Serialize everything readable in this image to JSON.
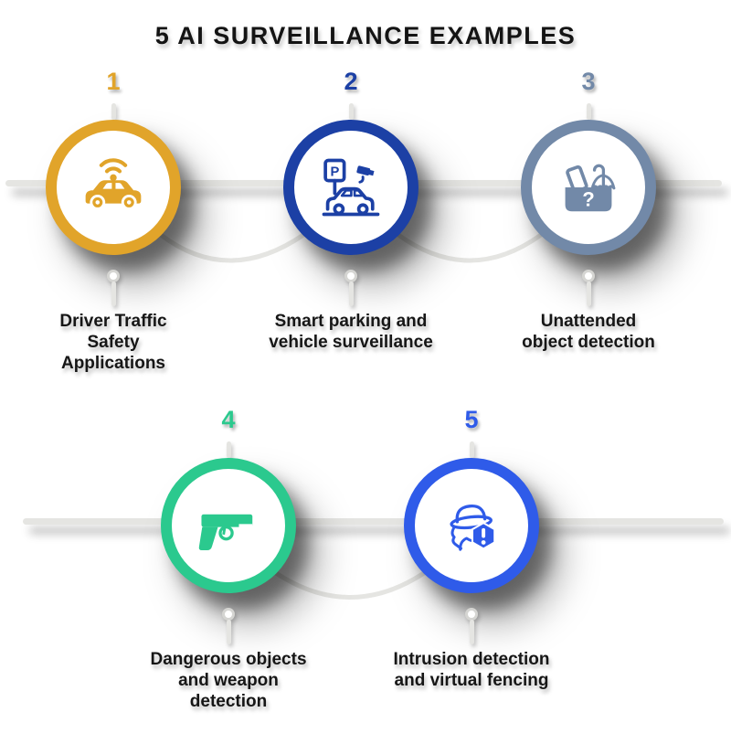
{
  "title": "5 AI SURVEILLANCE EXAMPLES",
  "items": [
    {
      "number": "1",
      "color": "#E1A42A",
      "icon": "connected-car-icon",
      "label": "Driver Traffic Safety Applications",
      "lines": [
        "Driver Traffic",
        "Safety",
        "Applications"
      ]
    },
    {
      "number": "2",
      "color": "#1C40A5",
      "icon": "smart-parking-icon",
      "sign_letter": "P",
      "label": "Smart parking and vehicle surveillance",
      "lines": [
        "Smart parking and",
        "vehicle surveillance"
      ]
    },
    {
      "number": "3",
      "color": "#7289A8",
      "icon": "unattended-object-icon",
      "mark": "?",
      "label": "Unattended object detection",
      "lines": [
        "Unattended",
        "object detection"
      ]
    },
    {
      "number": "4",
      "color": "#2BC98E",
      "icon": "weapon-detection-icon",
      "label": "Dangerous objects and weapon detection",
      "lines": [
        "Dangerous objects",
        "and weapon",
        "detection"
      ]
    },
    {
      "number": "5",
      "color": "#2F5BE9",
      "icon": "intrusion-spy-icon",
      "label": "Intrusion detection and virtual fencing",
      "lines": [
        "Intrusion detection",
        "and virtual fencing"
      ]
    }
  ],
  "styles": {
    "background": "#FFFFFF",
    "title_color": "#141414",
    "text_color": "#161616",
    "connector_color": "#E5E5E2",
    "dot_connector_color": "#D5D5D2"
  }
}
